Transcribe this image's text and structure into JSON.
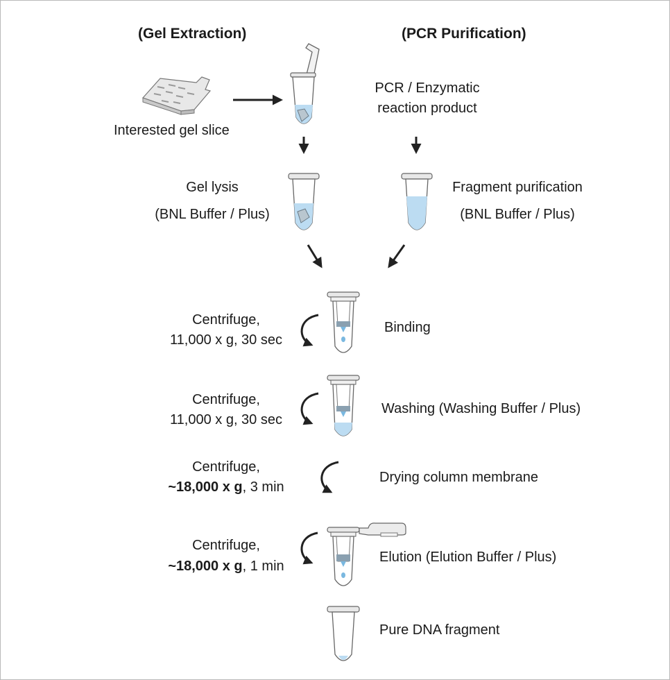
{
  "headers": {
    "gel": "(Gel Extraction)",
    "pcr": "(PCR Purification)"
  },
  "labels": {
    "gel_slice": "Interested gel slice",
    "pcr_product_1": "PCR / Enzymatic",
    "pcr_product_2": "reaction product",
    "gel_lysis_1": "Gel lysis",
    "gel_lysis_2": "(BNL Buffer / Plus)",
    "fragment_1": "Fragment purification",
    "fragment_2": "(BNL Buffer / Plus)"
  },
  "steps": [
    {
      "cond_1": "Centrifuge,",
      "cond_2": "11,000 x g, 30 sec",
      "label": "Binding"
    },
    {
      "cond_1": "Centrifuge,",
      "cond_2": "11,000 x g, 30 sec",
      "label": "Washing (Washing Buffer / Plus)"
    },
    {
      "cond_1": "Centrifuge,",
      "cond_2_bold": "~18,000 x g",
      "cond_2_rest": ", 3 min",
      "label": "Drying column membrane"
    },
    {
      "cond_1": "Centrifuge,",
      "cond_2_bold": "~18,000 x g",
      "cond_2_rest": ", 1 min",
      "label": "Elution (Elution Buffer / Plus)"
    }
  ],
  "final": {
    "label": "Pure DNA fragment"
  },
  "colors": {
    "liquid": "#bcdcf2",
    "arrow": "#222222",
    "outline": "#555555"
  }
}
